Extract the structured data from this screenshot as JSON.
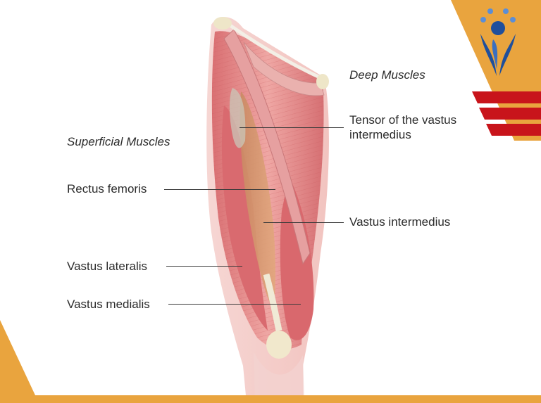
{
  "headings": {
    "superficial": "Superficial Muscles",
    "deep": "Deep Muscles"
  },
  "labels": {
    "rectus_femoris": "Rectus femoris",
    "vastus_lateralis": "Vastus lateralis",
    "vastus_medialis": "Vastus medialis",
    "tensor_line1": "Tensor of the vastus",
    "tensor_line2": "intermedius",
    "vastus_intermedius": "Vastus intermedius"
  },
  "colors": {
    "accent_orange": "#e9a43e",
    "accent_red": "#c8141b",
    "logo_blue": "#1f4f9c",
    "muscle": "#e48e8e"
  },
  "icons": [
    "wellness-logo-icon"
  ]
}
